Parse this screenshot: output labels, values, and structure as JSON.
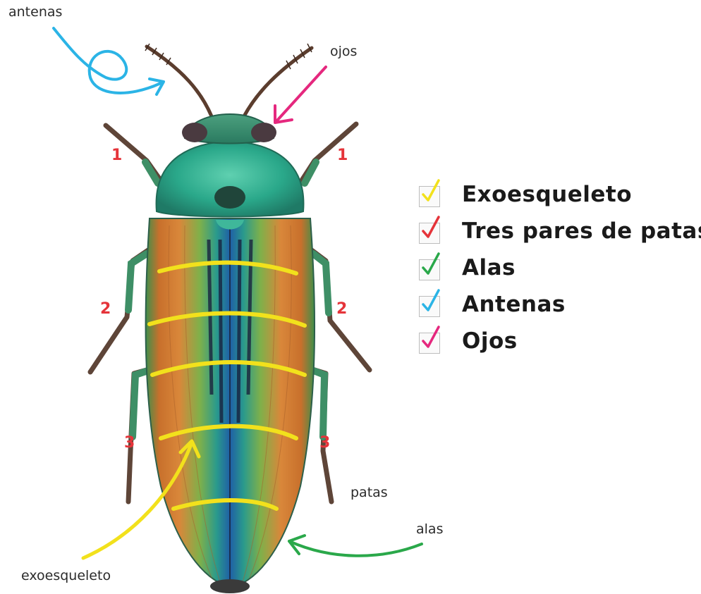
{
  "labels": {
    "antennae": "antenas",
    "eyes": "ojos",
    "legs": "patas",
    "wings": "alas",
    "exoskeleton": "exoesqueleto"
  },
  "leg_numbers": {
    "pair1": "1",
    "pair2": "2",
    "pair3": "3"
  },
  "checklist": {
    "items": [
      {
        "label": "Exoesqueleto",
        "color": "#f2e11c"
      },
      {
        "label": "Tres pares de patas",
        "color": "#e5343a"
      },
      {
        "label": "Alas",
        "color": "#2aa84a"
      },
      {
        "label": "Antenas",
        "color": "#2bb4e6"
      },
      {
        "label": "Ojos",
        "color": "#e5287e"
      }
    ]
  },
  "colors": {
    "antenna_arrow": "#2bb4e6",
    "eye_arrow": "#e5287e",
    "wing_arrow": "#2aa84a",
    "exoskeleton_arrow": "#f2e11c",
    "segment_lines": "#f2e11c",
    "leg_number": "#e5343a"
  }
}
